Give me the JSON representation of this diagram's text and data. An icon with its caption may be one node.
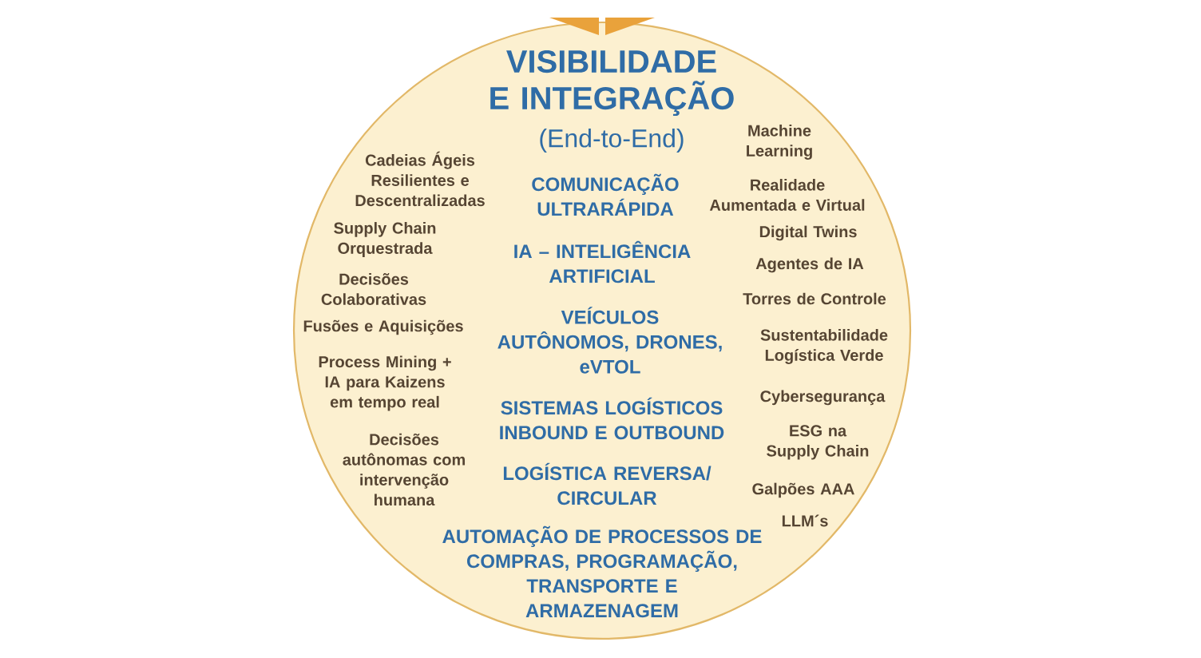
{
  "diagram": {
    "nodes": [
      {
        "text": [
          "VISIBILIDADE E INTEGRAÇÃO",
          "(End-to-End)"
        ]
      }
    ],
    "labels": [
      "Cadeias Ágeis Resilientes e Descentralizadas",
      "Supply Chain Orquestrada",
      "Decisões Colaborativas",
      "Fusões e Aquisições",
      "Process Mining + IA para Kaizens em tempo real",
      "Decisões autônomas com intervenção humana",
      "COMUNICAÇÃO ULTRARÁPIDA",
      "IA – INTELIGÊNCIA ARTIFICIAL",
      "VEÍCULOS AUTÔNOMOS, DRONES, eVTOL",
      "SISTEMAS LOGÍSTICOS INBOUND E OUTBOUND",
      "LOGÍSTICA REVERSA/ CIRCULAR",
      "AUTOMAÇÃO DE PROCESSOS DE COMPRAS, PROGRAMAÇÃO, TRANSPORTE E ARMAZENAGEM",
      "Machine Learning",
      "Realidade Aumentada e Virtual",
      "Digital Twins",
      "Agentes de IA",
      "Torres de Controle",
      "Sustentabilidade Logística Verde",
      "Cybersegurança",
      "ESG na Supply Chain",
      "Galpões AAA",
      "LLM´s"
    ]
  }
}
